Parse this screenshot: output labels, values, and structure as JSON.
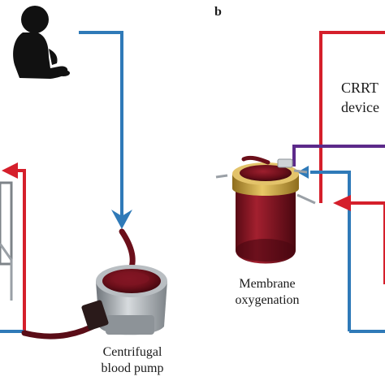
{
  "panel_b": {
    "letter": "b"
  },
  "labels": {
    "centrifugal_pump": [
      "Centrifugal",
      "blood pump"
    ],
    "membrane_oxygenation": [
      "Membrane",
      "oxygenation"
    ],
    "crrt_device": [
      "CRRT",
      "device"
    ]
  },
  "colors": {
    "venous_blue": "#2f7ab8",
    "arterial_red": "#d51f2b",
    "crrt_purple": "#5c2a8a",
    "blood_dark": "#6b0f1a",
    "device_gray": "#9aa0a6",
    "gold_cap": "#c9a23a",
    "silhouette": "#111111"
  },
  "icons": [
    "infant-silhouette-icon",
    "centrifugal-pump-icon",
    "membrane-oxygenator-icon"
  ]
}
